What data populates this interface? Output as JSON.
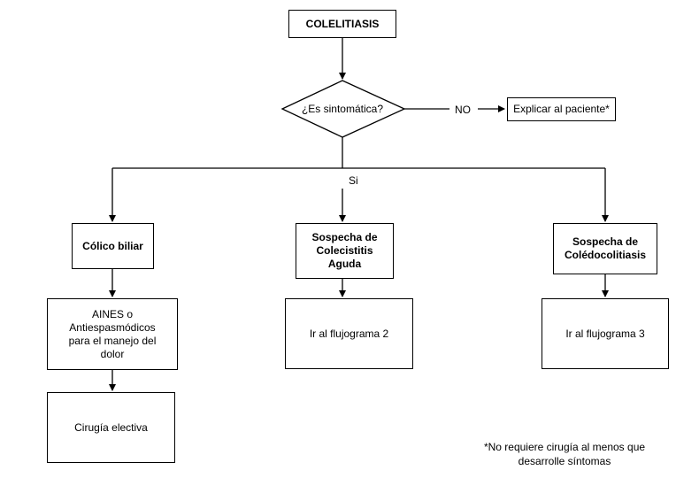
{
  "nodes": {
    "start": "COLELITIASIS",
    "decision": "¿Es sintomática?",
    "no_label": "NO",
    "explain": "Explicar al paciente*",
    "si_label": "Si",
    "colico": "Cólico biliar",
    "aines": "AINES o Antiespasmódicos para el manejo del dolor",
    "cirugia": "Cirugía electiva",
    "colecistitis": "Sospecha de Colecistitis Aguda",
    "flujo2": "Ir al flujograma 2",
    "coledoco": "Sospecha de Colédocolitiasis",
    "flujo3": "Ir al flujograma 3"
  },
  "footnote": "*No requiere cirugía al menos que desarrolle síntomas"
}
